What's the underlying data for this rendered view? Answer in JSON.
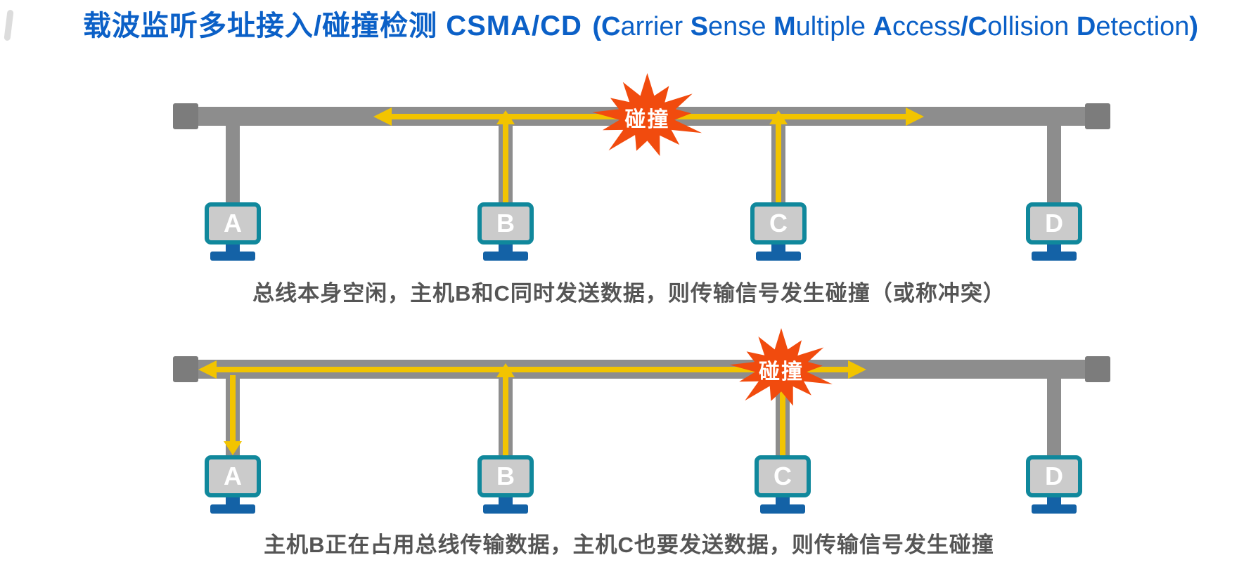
{
  "title": {
    "main": "载波监听多址接入/碰撞检测 CSMA/CD",
    "sub": "(Carrier Sense Multiple Access/Collision Detection)"
  },
  "colors": {
    "title_blue": "#0b60c7",
    "bus_gray": "#8d8d8d",
    "terminator_gray": "#7c7c7c",
    "signal_yellow": "#f2c400",
    "collision_orange": "#f14b0e",
    "collision_text": "#ffffff",
    "monitor_teal": "#10889c",
    "screen_gray": "#cbcbcb",
    "host_label": "#ffffff",
    "stand_blue": "#1462a6",
    "caption_gray": "#555555"
  },
  "diagrams": [
    {
      "collision_label": "碰撞",
      "caption": "总线本身空闲，主机B和C同时发送数据，则传输信号发生碰撞（或称冲突）",
      "hosts": [
        {
          "label": "A"
        },
        {
          "label": "B"
        },
        {
          "label": "C"
        },
        {
          "label": "D"
        }
      ]
    },
    {
      "collision_label": "碰撞",
      "caption": "主机B正在占用总线传输数据，主机C也要发送数据，则传输信号发生碰撞",
      "hosts": [
        {
          "label": "A"
        },
        {
          "label": "B"
        },
        {
          "label": "C"
        },
        {
          "label": "D"
        }
      ]
    }
  ]
}
